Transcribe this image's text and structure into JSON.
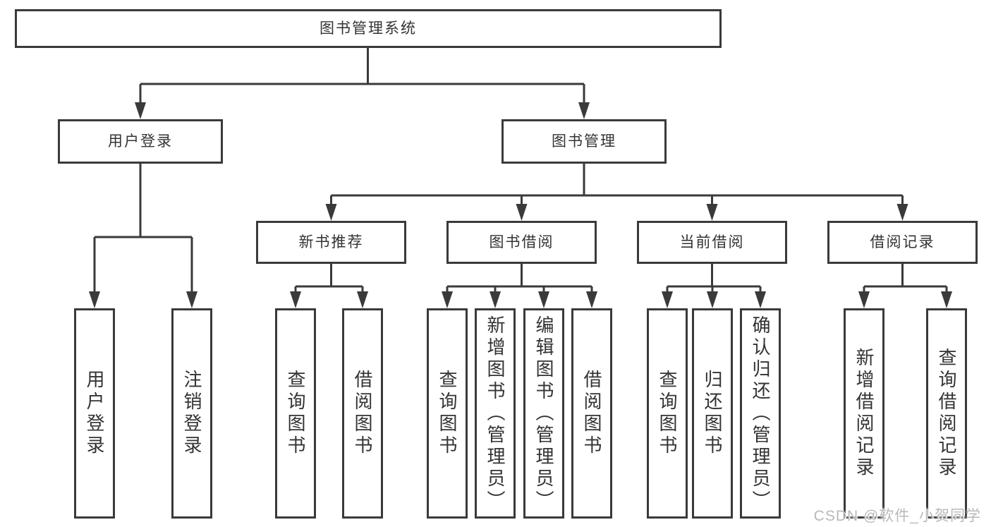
{
  "diagram": {
    "root": {
      "label": "图书管理系统"
    },
    "level2": [
      {
        "id": "user-login",
        "label": "用户登录"
      },
      {
        "id": "book-management",
        "label": "图书管理"
      }
    ],
    "level3": [
      {
        "id": "new-book-recommend",
        "label": "新书推荐"
      },
      {
        "id": "book-borrow",
        "label": "图书借阅"
      },
      {
        "id": "current-borrow",
        "label": "当前借阅"
      },
      {
        "id": "borrow-records",
        "label": "借阅记录"
      }
    ],
    "leaves": {
      "user_login": [
        {
          "label": "用户登录"
        },
        {
          "label": "注销登录"
        }
      ],
      "new_book": [
        {
          "label": "查询图书"
        },
        {
          "label": "借阅图书"
        }
      ],
      "book_borrow": [
        {
          "label": "查询图书"
        },
        {
          "label": "新增图书（管理员）"
        },
        {
          "label": "编辑图书（管理员）"
        },
        {
          "label": "借阅图书"
        }
      ],
      "current_borrow": [
        {
          "label": "查询图书"
        },
        {
          "label": "归还图书"
        },
        {
          "label": "确认归还（管理员）"
        }
      ],
      "records": [
        {
          "label": "新增借阅记录"
        },
        {
          "label": "查询借阅记录"
        }
      ]
    }
  },
  "watermark": {
    "text": "CSDN @软件_小贺同学"
  },
  "colors": {
    "line": "#3a3a3a",
    "text": "#333333",
    "watermark": "#b9b9b9",
    "background": "#ffffff"
  }
}
